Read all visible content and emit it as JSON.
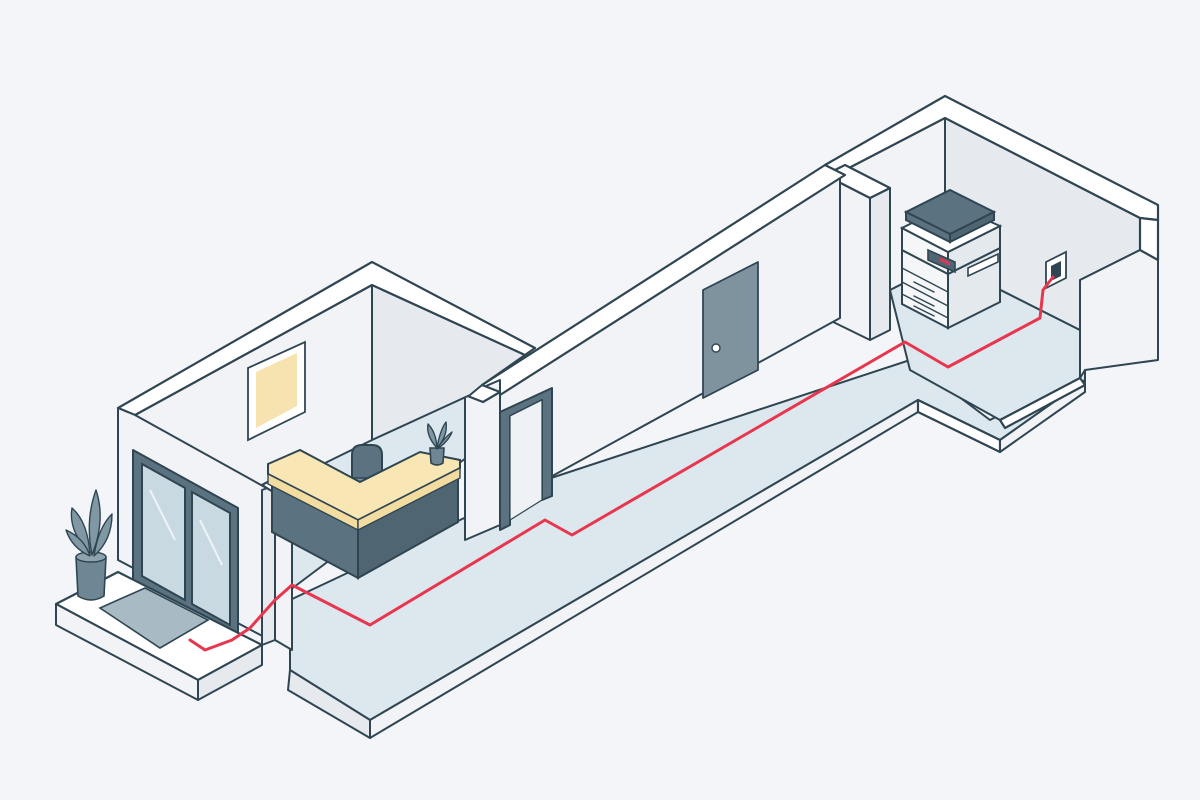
{
  "diagram": {
    "colors": {
      "outline": "#2f4652",
      "wall_top": "#ffffff",
      "wall_face": "#f1f3f6",
      "floor": "#dde8ee",
      "cable": "#e8364f",
      "reception_counter": "#f8e6b4",
      "desk_front": "#5b7380",
      "wall_art": "#f7e3b0",
      "background": "#f3f5f9"
    },
    "icons": {
      "entrance": "glass-double-door-icon",
      "plant": "potted-plant-icon",
      "printer": "multifunction-printer-icon",
      "outlet": "wall-outlet-icon",
      "chair": "office-chair-icon",
      "door": "door-icon"
    },
    "components": [
      "entrance-step",
      "doormat",
      "glass-double-door",
      "reception-room",
      "reception-desk",
      "hallway",
      "doorway",
      "closed-door",
      "printer-room",
      "printer",
      "wall-outlet",
      "network-cable"
    ]
  }
}
